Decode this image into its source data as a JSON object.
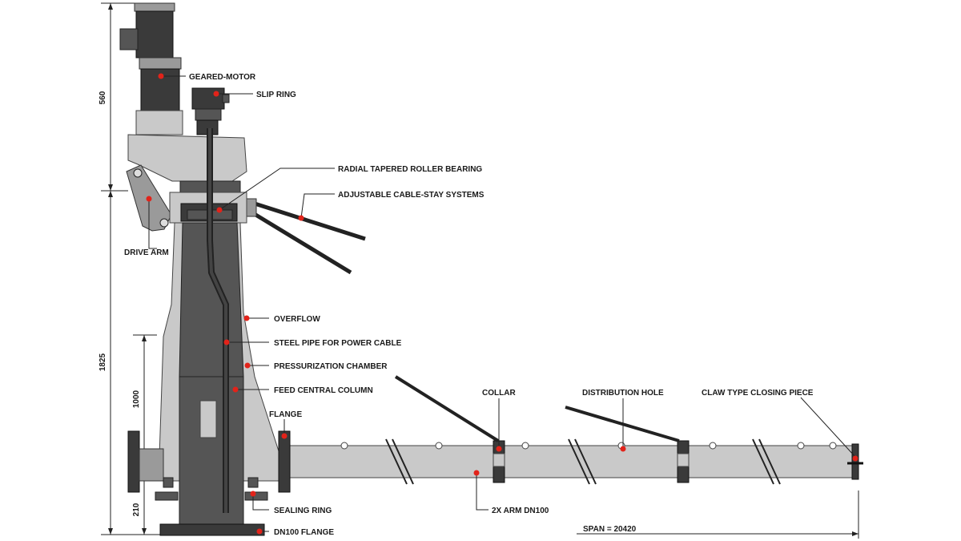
{
  "labels": {
    "geared_motor": "GEARED-MOTOR",
    "slip_ring": "SLIP RING",
    "bearing": "RADIAL TAPERED ROLLER BEARING",
    "cable_stay": "ADJUSTABLE CABLE-STAY SYSTEMS",
    "drive_arm": "DRIVE ARM",
    "overflow": "OVERFLOW",
    "steel_pipe": "STEEL PIPE FOR POWER CABLE",
    "pressurization": "PRESSURIZATION CHAMBER",
    "feed_column": "FEED CENTRAL COLUMN",
    "flange": "FLANGE",
    "collar": "COLLAR",
    "distribution_hole": "DISTRIBUTION HOLE",
    "claw": "CLAW TYPE CLOSING PIECE",
    "sealing_ring": "SEALING RING",
    "dn100_flange": "DN100 FLANGE",
    "arm": "2X ARM DN100",
    "span": "SPAN = 20420"
  },
  "dimensions": {
    "d560": "560",
    "d1825": "1825",
    "d1000": "1000",
    "d210": "210"
  },
  "colors": {
    "marker": "#e2231a",
    "light_body": "#c9c9c9",
    "dark_body": "#555555"
  }
}
